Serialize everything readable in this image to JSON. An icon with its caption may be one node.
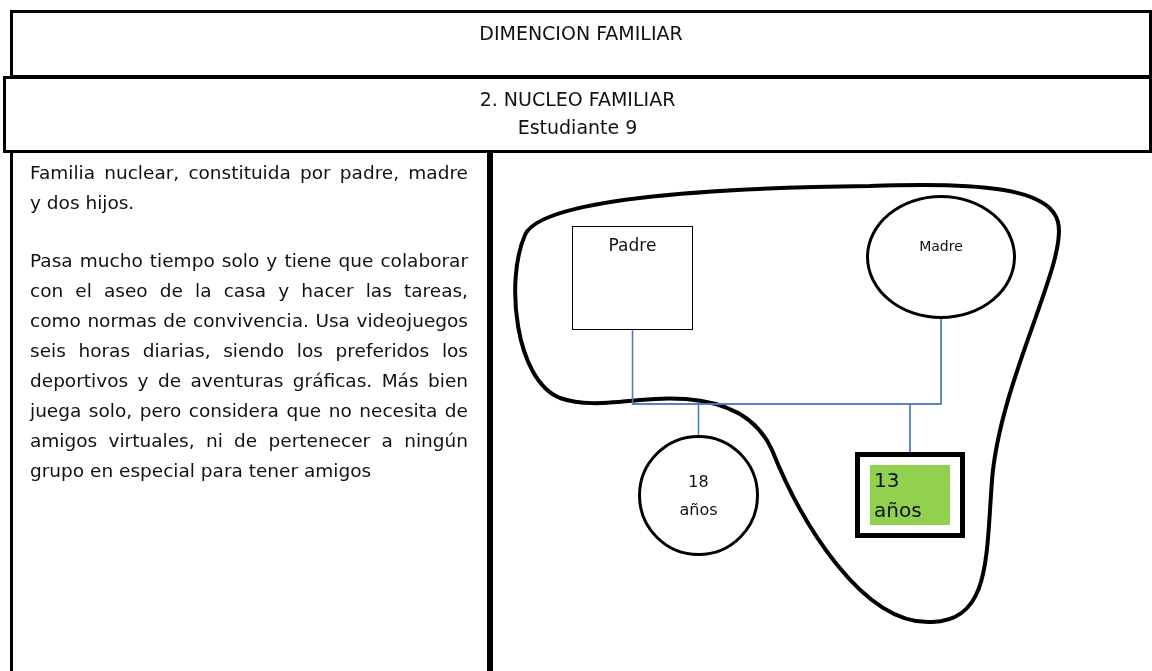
{
  "diagram": {
    "title": "DIMENCION FAMILIAR",
    "nodes": [
      {
        "text": [
          "Padre"
        ]
      },
      {
        "text": [
          "Madre"
        ]
      },
      {
        "text": [
          "18 años"
        ]
      },
      {
        "text": [
          "13 años"
        ]
      }
    ],
    "edges": [
      {
        "from": 0,
        "to": 2,
        "arrow": "none"
      },
      {
        "from": 0,
        "to": 3,
        "arrow": "none"
      },
      {
        "from": 1,
        "to": 2,
        "arrow": "none"
      },
      {
        "from": 1,
        "to": 3,
        "arrow": "none"
      }
    ],
    "labels": [
      "2. NUCLEO FAMILIAR",
      "Estudiante 9",
      "Familia nuclear, constituida por padre, madre y dos hijos.",
      "Pasa mucho tiempo solo y tiene que colaborar con el aseo de la casa y hacer las tareas, como normas de convivencia. Usa videojuegos seis horas diarias, siendo los preferidos los deportivos y de aventuras gráficas. Más bien juega solo, pero considera que no necesita de amigos virtuales, ni de pertenecer a ningún grupo en especial para tener amigos"
    ]
  }
}
